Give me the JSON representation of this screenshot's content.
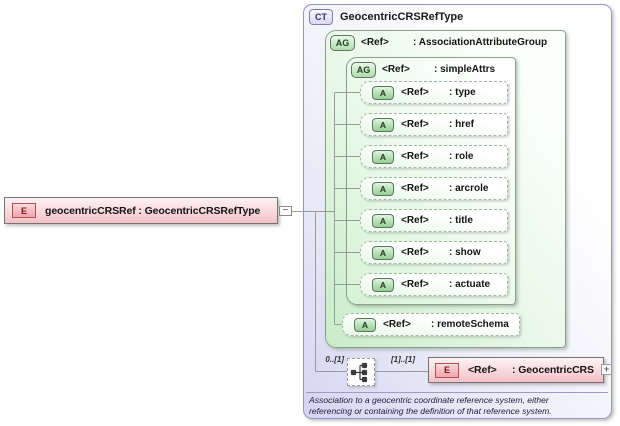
{
  "root_element": {
    "icon": "E",
    "label": "geocentricCRSRef : GeocentricCRSRefType"
  },
  "connector": {
    "collapse_glyph": "−"
  },
  "complex_type": {
    "icon": "CT",
    "title": "GeocentricCRSRefType",
    "association_attribute_group": {
      "icon": "AG",
      "ref": "<Ref>",
      "name": ": AssociationAttributeGroup"
    },
    "simple_attrs": {
      "icon": "AG",
      "ref": "<Ref>",
      "name": ": simpleAttrs"
    },
    "attributes": [
      {
        "icon": "A",
        "ref": "<Ref>",
        "name": ": type"
      },
      {
        "icon": "A",
        "ref": "<Ref>",
        "name": ": href"
      },
      {
        "icon": "A",
        "ref": "<Ref>",
        "name": ": role"
      },
      {
        "icon": "A",
        "ref": "<Ref>",
        "name": ": arcrole"
      },
      {
        "icon": "A",
        "ref": "<Ref>",
        "name": ": title"
      },
      {
        "icon": "A",
        "ref": "<Ref>",
        "name": ": show"
      },
      {
        "icon": "A",
        "ref": "<Ref>",
        "name": ": actuate"
      }
    ],
    "remote_schema": {
      "icon": "A",
      "ref": "<Ref>",
      "name": ": remoteSchema"
    },
    "content": {
      "cardinality_source": "0..[1]",
      "cardinality_target": "[1]..[1]",
      "element": {
        "icon": "E",
        "ref": "<Ref>",
        "name": ": GeocentricCRS",
        "expand_glyph": "+"
      }
    },
    "annotation": "Association to a geocentric coordinate reference system, either\nreferencing or containing the definition of that reference system."
  },
  "colors": {
    "element_fill": "#f3c0c6",
    "element_border": "#757575",
    "element_icon_border": "#b25252",
    "complextype_fill": "#d5d5f1",
    "complextype_border": "#9494c6",
    "attributegroup_fill": "#c8ecc8",
    "attributegroup_border": "#8ba08b",
    "attribute_dash_border": "#a9b4a9",
    "connector_line": "#9a9a9a",
    "annotation_text": "#1c1c40"
  }
}
